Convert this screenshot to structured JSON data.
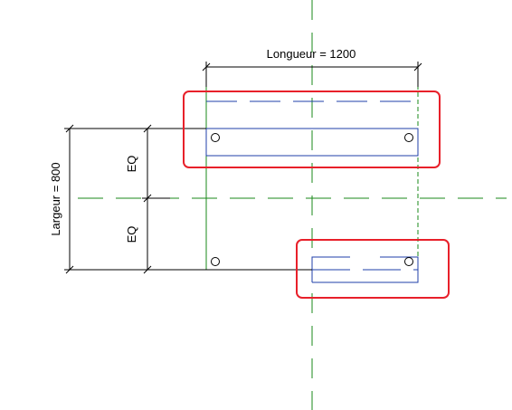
{
  "drawing": {
    "dimensions": {
      "length_label": "Longueur = 1200",
      "width_label": "Largeur = 800",
      "eq_top_label": "EQ",
      "eq_bottom_label": "EQ"
    },
    "colors": {
      "reference_line": "#1a8a1a",
      "geometry_line": "#1f3fa8",
      "dimension_line": "#000000",
      "highlight": "#e8202a"
    }
  }
}
